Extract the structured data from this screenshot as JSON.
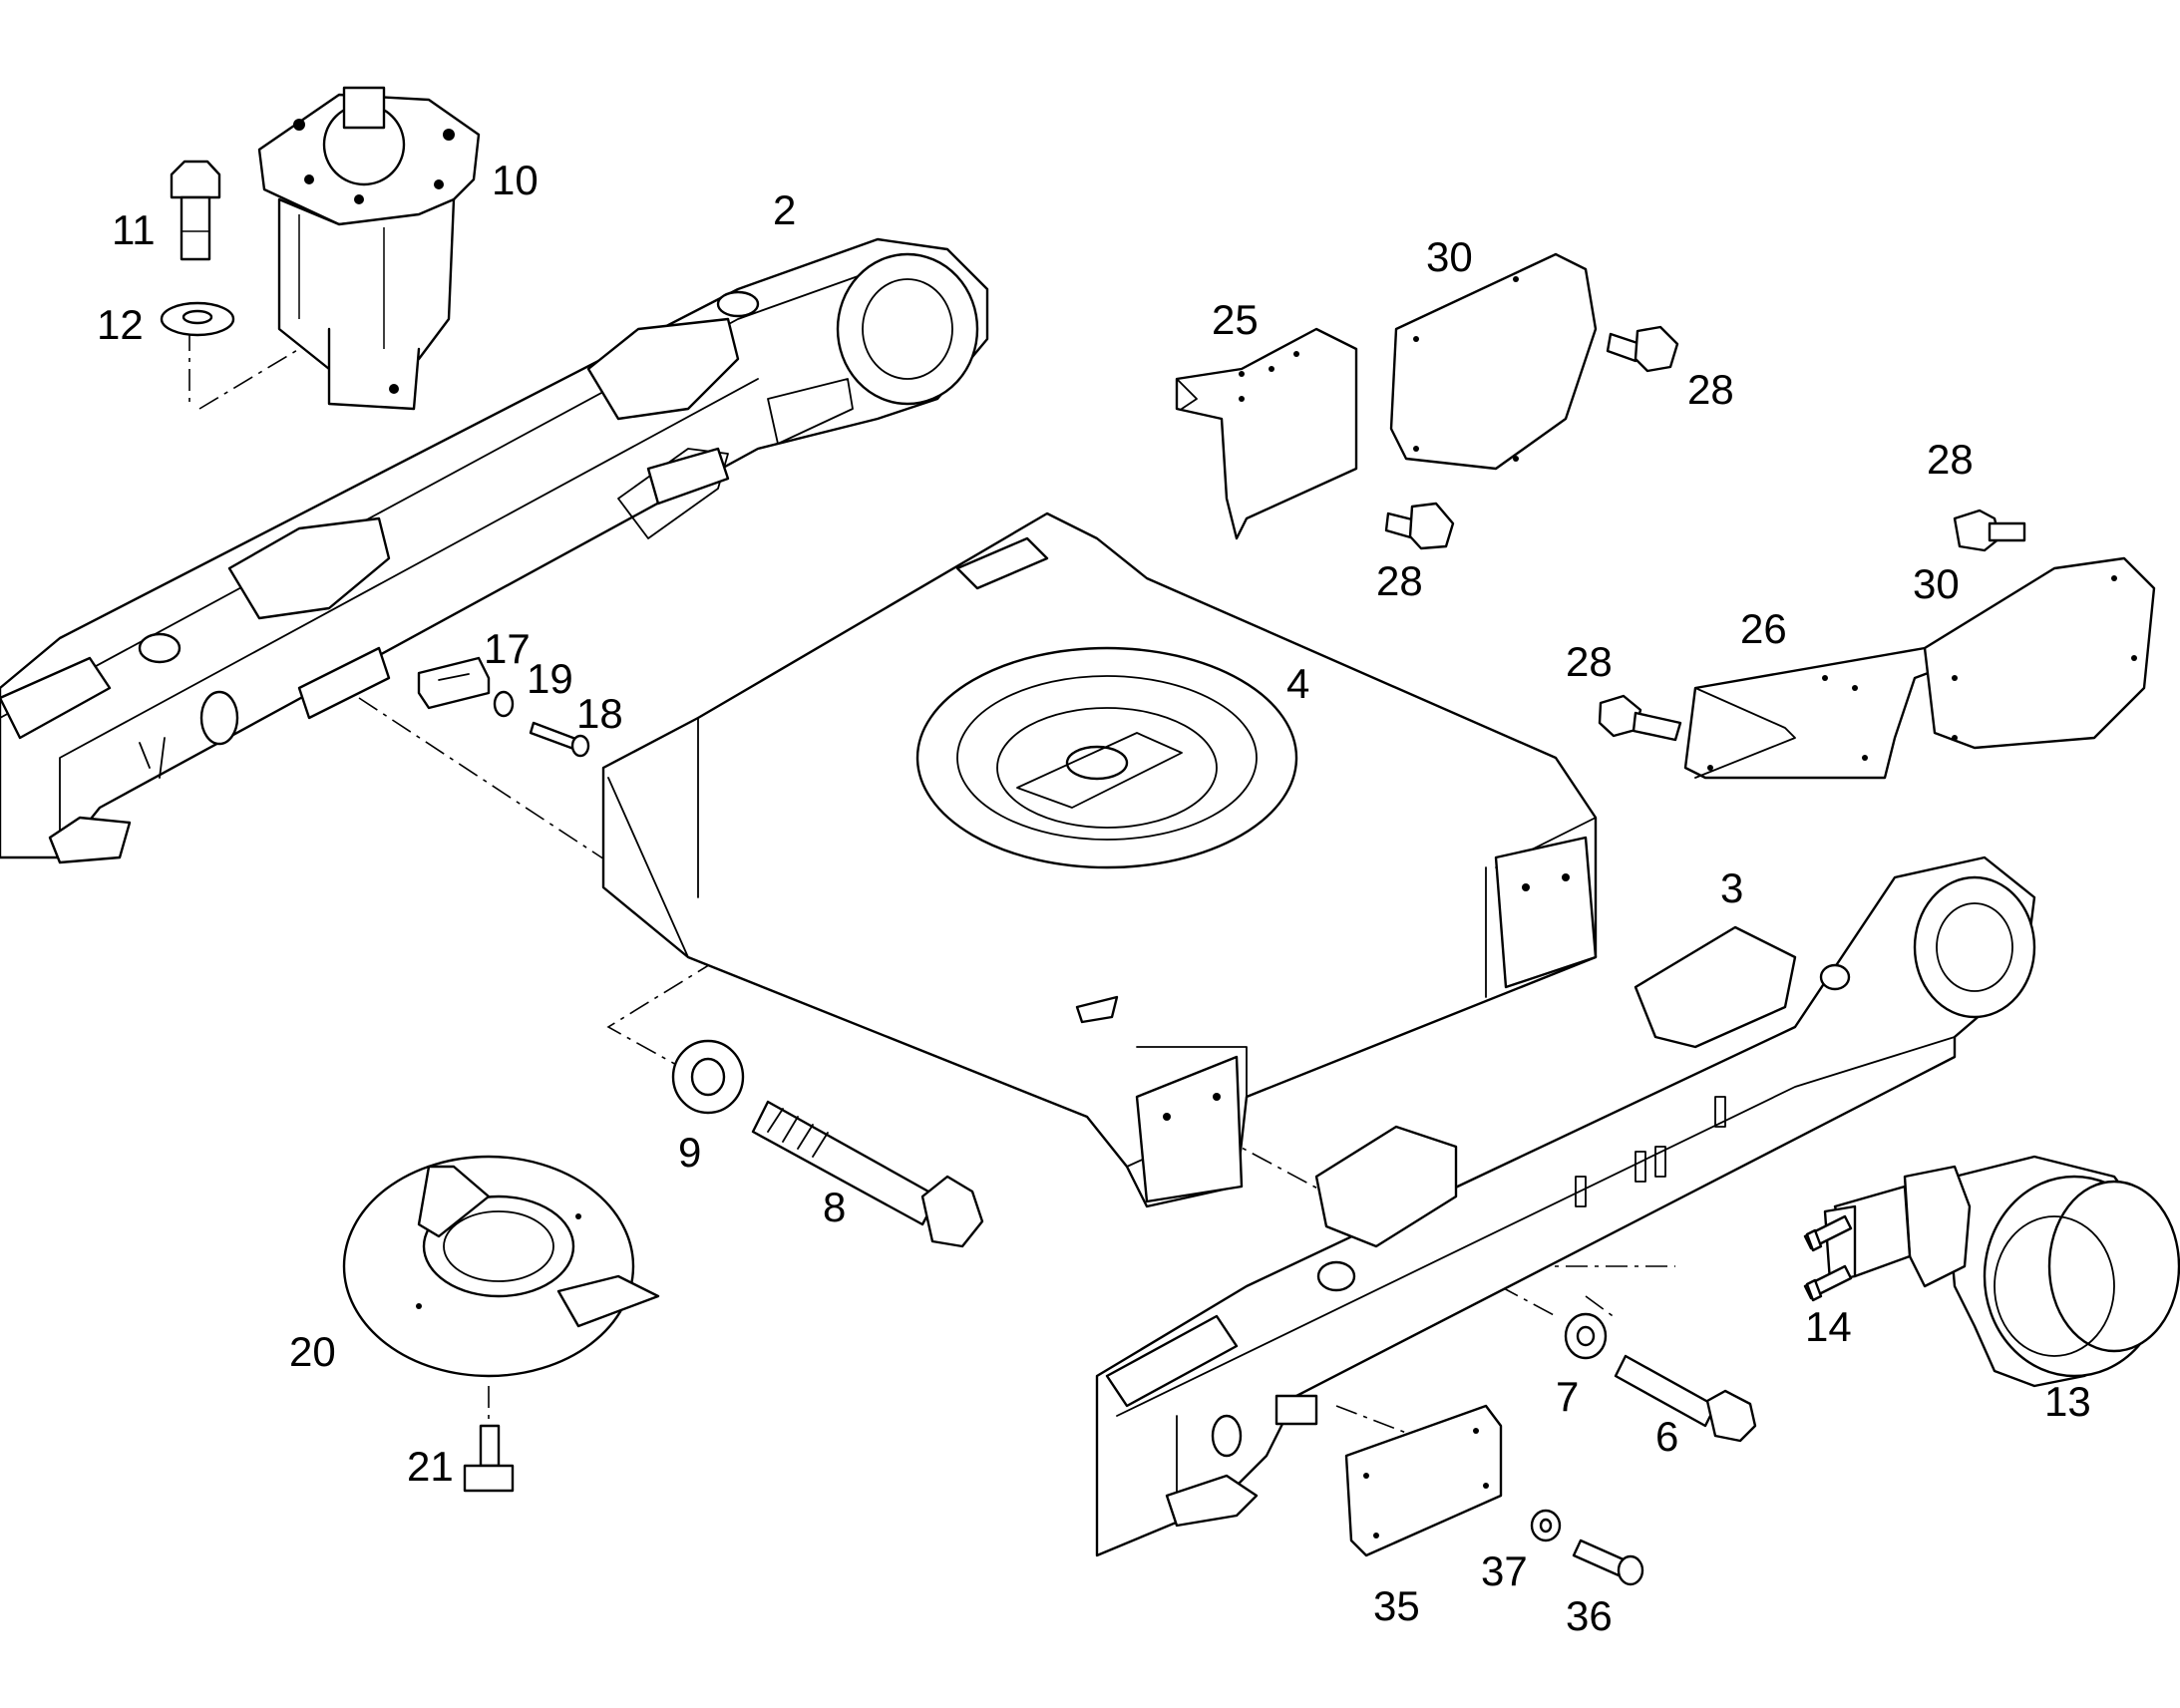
{
  "callouts": [
    {
      "id": "c2",
      "text": "2"
    },
    {
      "id": "c3",
      "text": "3"
    },
    {
      "id": "c4",
      "text": "4"
    },
    {
      "id": "c6",
      "text": "6"
    },
    {
      "id": "c7",
      "text": "7"
    },
    {
      "id": "c8",
      "text": "8"
    },
    {
      "id": "c9",
      "text": "9"
    },
    {
      "id": "c10",
      "text": "10"
    },
    {
      "id": "c11",
      "text": "11"
    },
    {
      "id": "c12",
      "text": "12"
    },
    {
      "id": "c13",
      "text": "13"
    },
    {
      "id": "c14",
      "text": "14"
    },
    {
      "id": "c17",
      "text": "17"
    },
    {
      "id": "c18",
      "text": "18"
    },
    {
      "id": "c19",
      "text": "19"
    },
    {
      "id": "c20",
      "text": "20"
    },
    {
      "id": "c21",
      "text": "21"
    },
    {
      "id": "c25",
      "text": "25"
    },
    {
      "id": "c26",
      "text": "26"
    },
    {
      "id": "c28a",
      "text": "28"
    },
    {
      "id": "c28b",
      "text": "28"
    },
    {
      "id": "c28c",
      "text": "28"
    },
    {
      "id": "c28d",
      "text": "28"
    },
    {
      "id": "c30a",
      "text": "30"
    },
    {
      "id": "c30b",
      "text": "30"
    },
    {
      "id": "c35",
      "text": "35"
    },
    {
      "id": "c36",
      "text": "36"
    },
    {
      "id": "c37",
      "text": "37"
    }
  ],
  "colors": {
    "line": "#000000",
    "background": "#ffffff"
  }
}
